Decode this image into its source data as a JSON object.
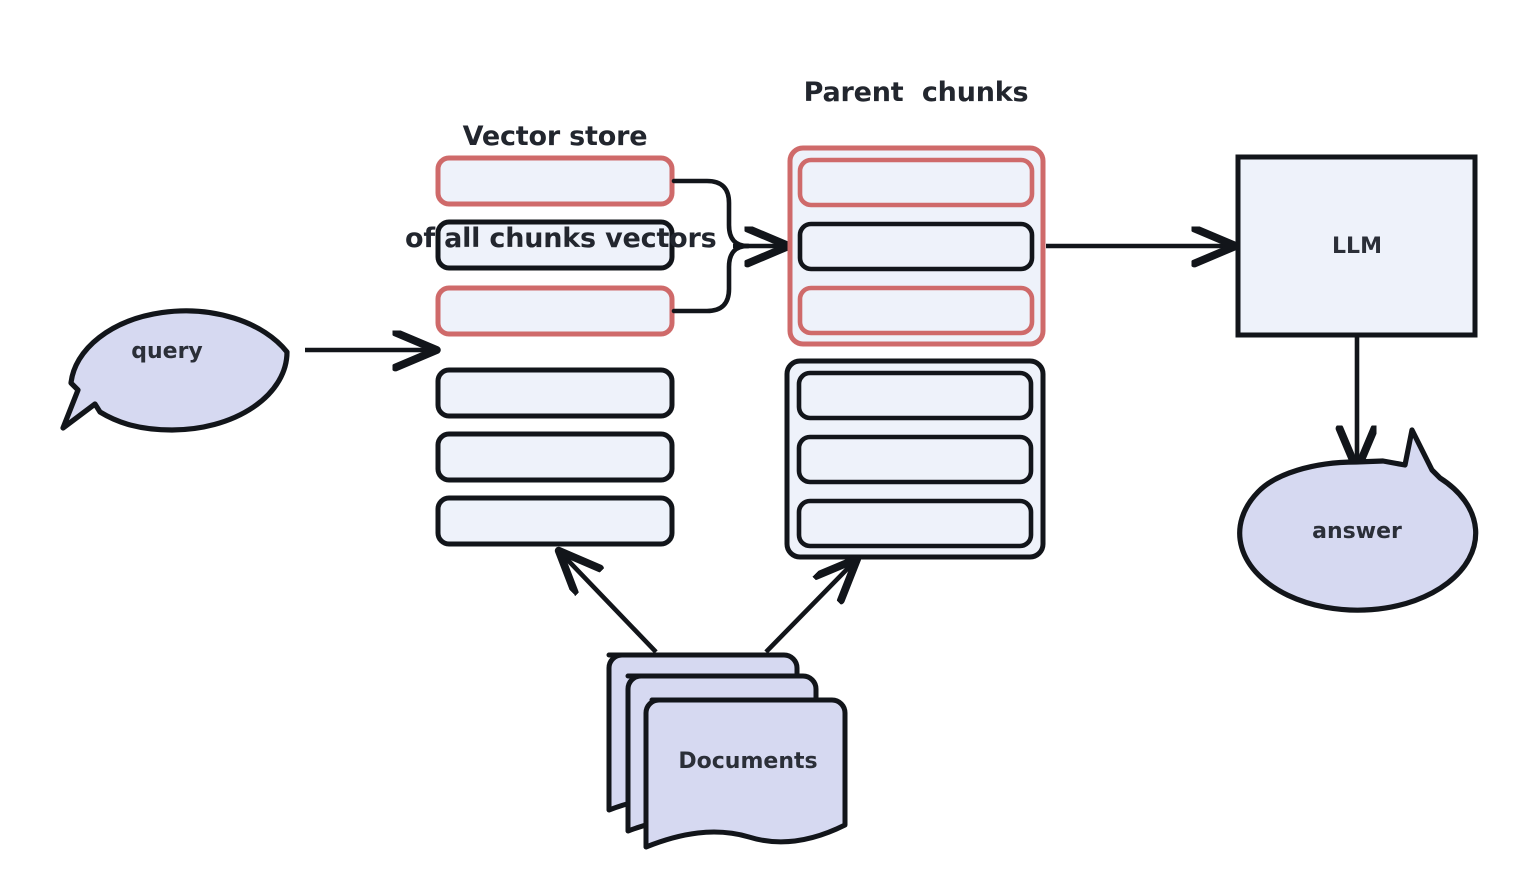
{
  "diagram": {
    "title_vector_store_line1": "Vector store",
    "title_vector_store_line2": "of all chunks vectors",
    "title_parent_chunks": "Parent  chunks",
    "query_label": "query",
    "llm_label": "LLM",
    "answer_label": "answer",
    "documents_label": "Documents"
  },
  "colors": {
    "highlight_red": "#cf6a6a",
    "outline_black": "#12151a",
    "chunk_fill": "#eef2fa",
    "bubble_fill": "#d6d9f1",
    "document_fill": "#d6d9f1",
    "text": "#22262e",
    "background": "#ffffff"
  },
  "vector_store": {
    "chunks": [
      {
        "index": 0,
        "highlighted": true
      },
      {
        "index": 1,
        "highlighted": false
      },
      {
        "index": 2,
        "highlighted": true
      },
      {
        "index": 3,
        "highlighted": false
      },
      {
        "index": 4,
        "highlighted": false
      },
      {
        "index": 5,
        "highlighted": false
      }
    ]
  },
  "parent_chunks": {
    "groups": [
      {
        "index": 0,
        "highlighted": true,
        "children": [
          {
            "index": 0,
            "highlighted": true
          },
          {
            "index": 1,
            "highlighted": false
          },
          {
            "index": 2,
            "highlighted": true
          }
        ]
      },
      {
        "index": 1,
        "highlighted": false,
        "children": [
          {
            "index": 0,
            "highlighted": false
          },
          {
            "index": 1,
            "highlighted": false
          },
          {
            "index": 2,
            "highlighted": false
          }
        ]
      }
    ]
  },
  "connections": [
    {
      "from": "query",
      "to": "vector-store",
      "style": "arrow"
    },
    {
      "from": "vector-store-highlighted-chunks",
      "to": "parent-chunks-group-1",
      "style": "merge-arrow"
    },
    {
      "from": "parent-chunks-group-1",
      "to": "llm",
      "style": "arrow"
    },
    {
      "from": "llm",
      "to": "answer",
      "style": "arrow"
    },
    {
      "from": "documents",
      "to": "vector-store",
      "style": "arrow"
    },
    {
      "from": "documents",
      "to": "parent-chunks",
      "style": "arrow"
    }
  ]
}
